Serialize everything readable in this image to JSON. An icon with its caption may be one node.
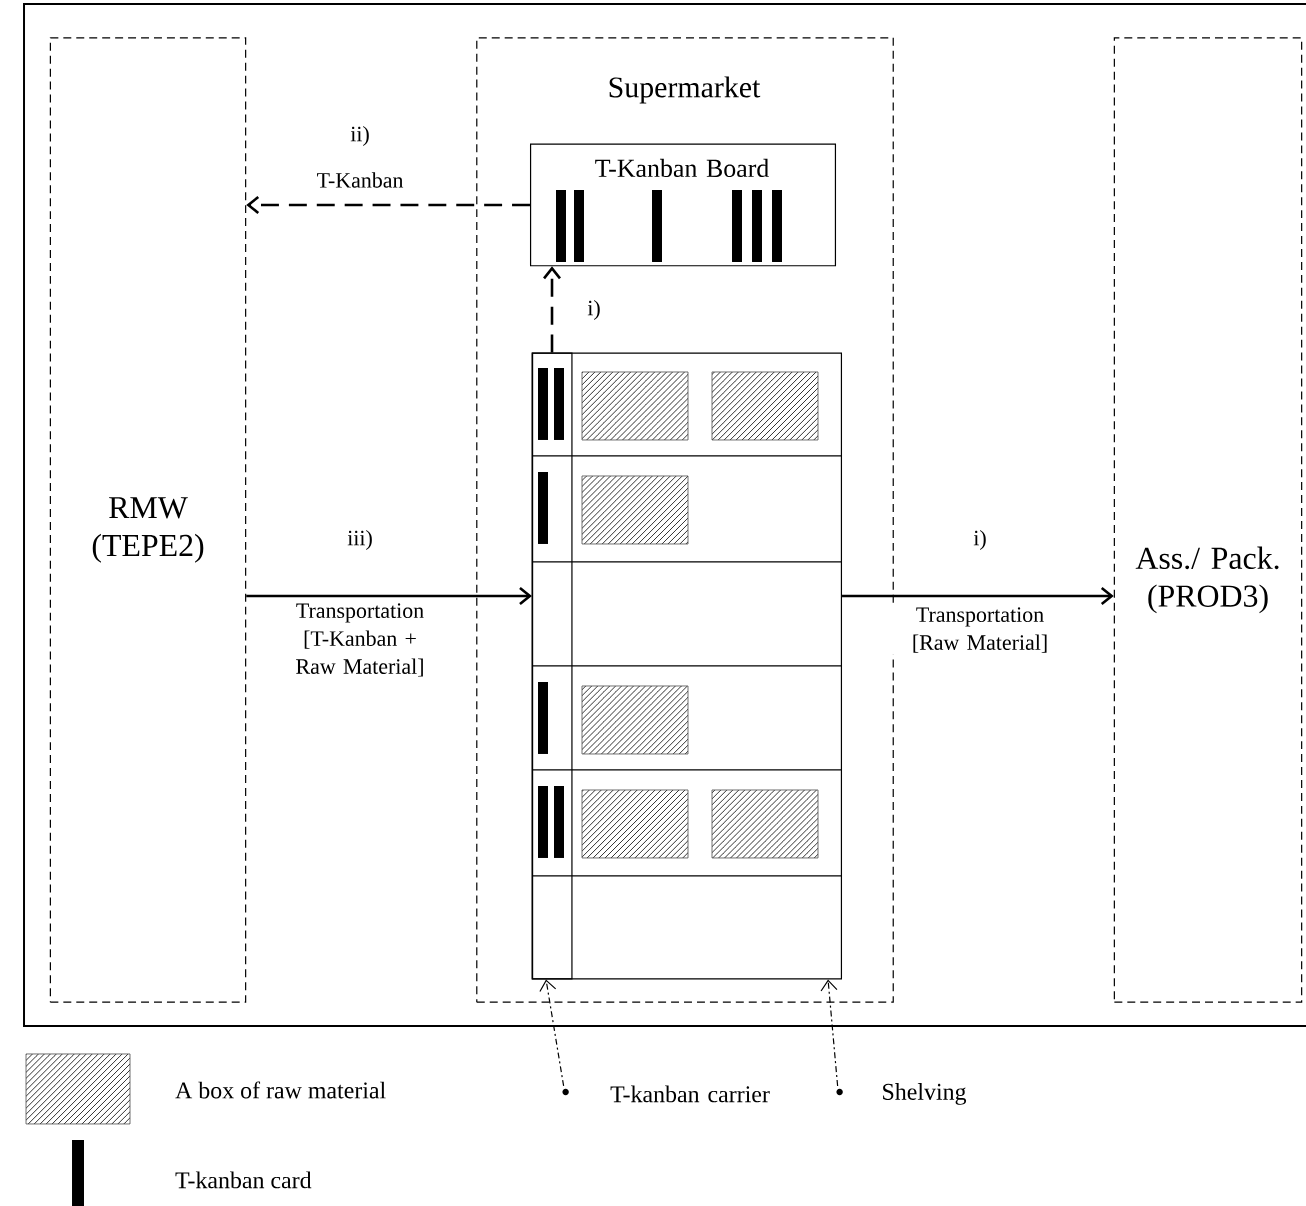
{
  "diagram": {
    "nodes": [
      {
        "text": [
          "RMW (TEPE2)"
        ]
      },
      {
        "text": [
          "Supermarket"
        ]
      },
      {
        "text": [
          "Ass./ Pack. (PROD3)"
        ]
      },
      {
        "text": [
          "T-Kanban Board"
        ],
        "in": 1
      },
      {
        "text": [],
        "shape": "box",
        "in": 1
      },
      {
        "text": [
          "T-kanban carrier"
        ]
      },
      {
        "text": [
          "Shelving"
        ]
      },
      {
        "text": [],
        "shape": "box",
        "in": 4
      }
    ],
    "edges": [
      {
        "from": 3,
        "to": 0,
        "arrow": "to",
        "label": "T-Kanban",
        "style": "dashed"
      },
      {
        "from": 7,
        "to": 3,
        "arrow": "to",
        "style": "dashed"
      },
      {
        "from": 0,
        "to": 4,
        "arrow": "to",
        "label": "Transportation [T-Kanban + Raw Material]"
      },
      {
        "from": 4,
        "to": 2,
        "arrow": "to",
        "label": "Transportation [Raw Material]"
      },
      {
        "from": 5,
        "to": 7,
        "arrow": "to",
        "style": "dashed"
      },
      {
        "from": 6,
        "to": 4,
        "arrow": "to",
        "style": "dashed"
      }
    ],
    "labels": [
      "ii)",
      "i)",
      "iii)",
      "i)"
    ],
    "legend": [
      {
        "text": "A box of raw material"
      },
      {
        "text": "T-kanban card"
      }
    ]
  }
}
